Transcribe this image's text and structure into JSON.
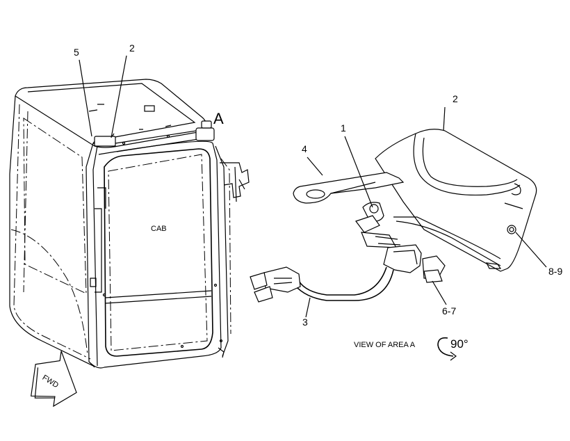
{
  "diagram": {
    "main_view": {
      "cab_label": "CAB",
      "area_marker": "A",
      "callouts": {
        "c5": "5",
        "c2": "2"
      },
      "fwd_label": "FWD"
    },
    "detail_view": {
      "callouts": {
        "c2": "2",
        "c1": "1",
        "c4": "4",
        "c3": "3",
        "c67": "6-7",
        "c89": "8-9"
      },
      "view_label": "VIEW OF AREA  A",
      "rotation_label": "90°"
    }
  }
}
